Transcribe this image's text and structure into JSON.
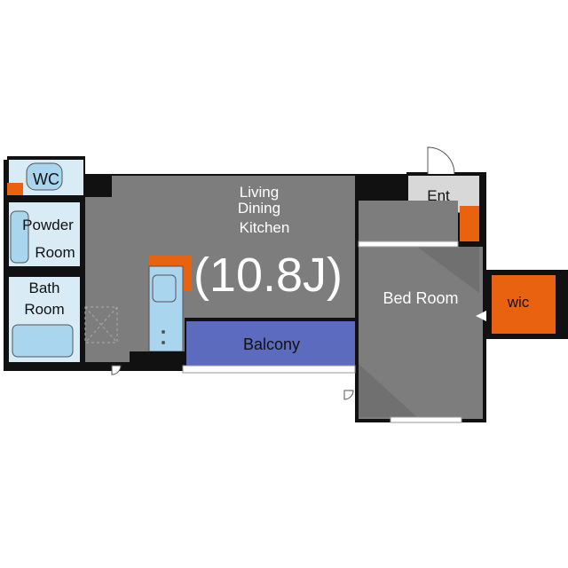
{
  "floorplan": {
    "rooms": {
      "wc": "WC",
      "powder_line1": "Powder",
      "powder_line2": "Room",
      "bath_line1": "Bath",
      "bath_line2": "Room",
      "ldk_line1": "Living",
      "ldk_line2": "Dining",
      "ldk_line3": "Kitchen",
      "ldk_size": "(10.8J)",
      "balcony": "Balcony",
      "entrance": "Ent",
      "bedroom": "Bed Room",
      "wic": "wic"
    },
    "colors": {
      "room_floor": "#7d7d7d",
      "wet_area": "#d9ecf6",
      "fixture": "#a9d6ee",
      "balcony": "#5c6bbd",
      "storage": "#e8620f",
      "wall": "#111111"
    }
  }
}
